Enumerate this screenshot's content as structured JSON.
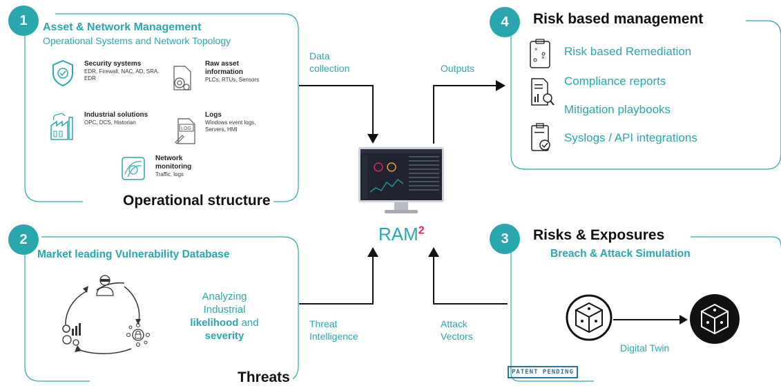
{
  "box1": {
    "number": "1",
    "title": "Asset & Network Management",
    "subtitle": "Operational Systems and Network Topology",
    "label": "Operational structure",
    "items": [
      {
        "title": "Security systems",
        "desc": "EDR, Firewall, NAC, AD, SRA. EDR"
      },
      {
        "title": "Raw asset information",
        "desc": "PLCs, RTUs, Sensors"
      },
      {
        "title": "Industrial solutions",
        "desc": "OPC, DCS, Historian"
      },
      {
        "title": "Logs",
        "desc": "Windows event logs, Servers, HMI"
      },
      {
        "title": "Network monitoring",
        "desc": "Traffic, logs"
      }
    ],
    "logs_icon_text": "LOG"
  },
  "box2": {
    "number": "2",
    "title": "Market leading Vulnerability Database",
    "label": "Threats",
    "analyzing_line1": "Analyzing",
    "analyzing_line2": "Industrial",
    "likelihood": "likelihood",
    "and_word": " and",
    "severity": "severity"
  },
  "box3": {
    "number": "3",
    "label": "Risks & Exposures",
    "title": "Breach & Attack Simulation",
    "digital_twin": "Digital Twin",
    "stamp": "PATENT PENDING"
  },
  "box4": {
    "number": "4",
    "label": "Risk based management",
    "items": [
      "Risk based Remediation",
      "Compliance reports",
      "Mitigation playbooks",
      "Syslogs / API integrations"
    ]
  },
  "flows": {
    "data_collection_1": "Data",
    "data_collection_2": "collection",
    "outputs": "Outputs",
    "threat_intel_1": "Threat",
    "threat_intel_2": "Intelligence",
    "attack_vectors_1": "Attack",
    "attack_vectors_2": "Vectors"
  },
  "center": {
    "product": "RAM",
    "superscript": "2"
  },
  "colors": {
    "accent": "#2aa7ae",
    "pink": "#e0245e"
  }
}
